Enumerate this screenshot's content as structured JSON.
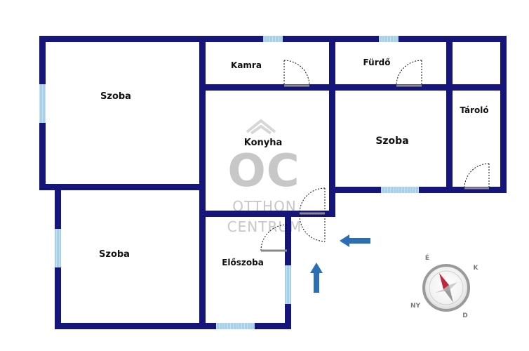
{
  "rooms": {
    "szoba_1": "Szoba",
    "szoba_2": "Szoba",
    "szoba_3": "Szoba",
    "kamra": "Kamra",
    "furdo": "Fürdő",
    "konyha": "Konyha",
    "tarolo": "Tároló",
    "eloszoba": "Előszoba"
  },
  "watermark": {
    "monogram": "OC",
    "line1": "OTTHON",
    "line2": "CENTRUM"
  },
  "compass": {
    "north": "É",
    "east": "K",
    "south": "D",
    "west": "NY"
  },
  "colors": {
    "wall": "#15157a",
    "window": "#a8d0e6",
    "arrow": "#2a6fb5",
    "compass_needle_north": "#c0263c"
  },
  "icons": [
    "entrance-arrow-icon",
    "compass-icon",
    "door-swing-icon"
  ]
}
